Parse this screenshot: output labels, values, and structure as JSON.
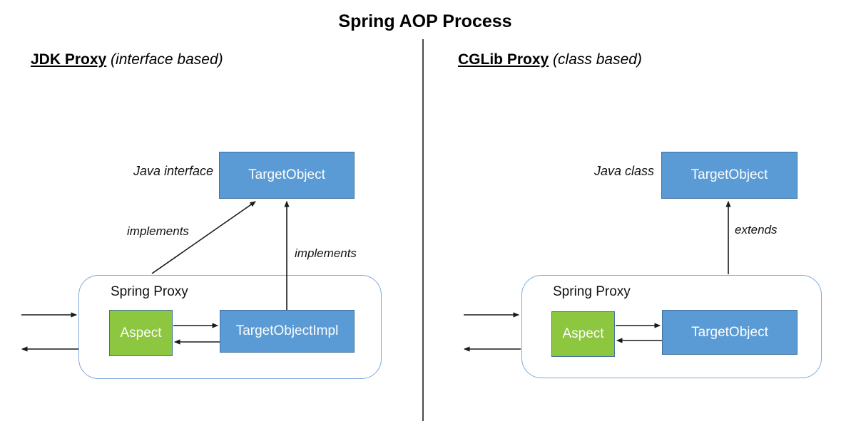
{
  "title": "Spring AOP Process",
  "left": {
    "heading": "JDK Proxy",
    "heading_note": " (interface based)",
    "type_label": "Java interface",
    "top_box_label": "TargetObject",
    "container_label": "Spring Proxy",
    "aspect_label": "Aspect",
    "inner_box_label": "TargetObjectImpl",
    "diagonal_arrow_label": "implements",
    "vertical_arrow_label": "implements"
  },
  "right": {
    "heading": "CGLib Proxy",
    "heading_note": " (class based)",
    "type_label": "Java class",
    "top_box_label": "TargetObject",
    "container_label": "Spring Proxy",
    "aspect_label": "Aspect",
    "inner_box_label": "TargetObject",
    "vertical_arrow_label": "extends"
  },
  "colors": {
    "box_blue_fill": "#5B9BD5",
    "box_blue_border": "#41719C",
    "box_green_fill": "#8DC63F",
    "box_green_border": "#44709D",
    "container_border": "#7FA8DC",
    "arrow": "#1a1a1a",
    "divider": "#4a4a4a",
    "box_text": "#fdfdfd",
    "text": "#000000"
  }
}
